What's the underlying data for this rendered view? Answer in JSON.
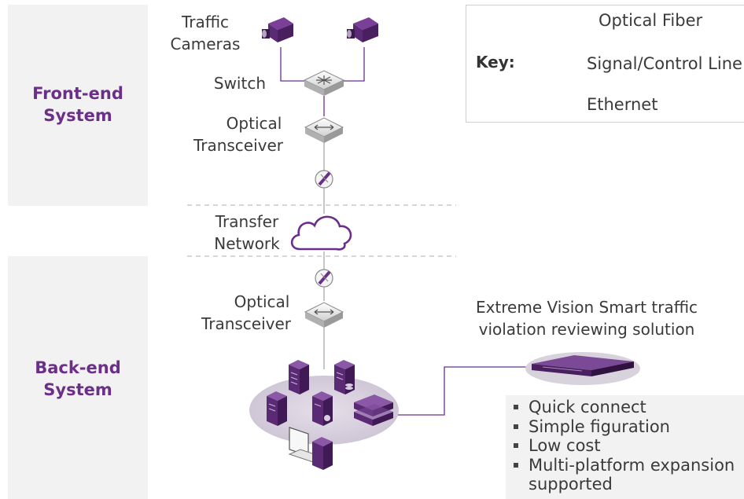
{
  "zones": {
    "front_end": "Front-end\nSystem",
    "back_end": "Back-end\nSystem"
  },
  "labels": {
    "traffic_cameras_1": "Traffic",
    "traffic_cameras_2": "Cameras",
    "switch": "Switch",
    "optical_transceiver_top_1": "Optical",
    "optical_transceiver_top_2": "Transceiver",
    "transfer_network_1": "Transfer",
    "transfer_network_2": "Network",
    "optical_transceiver_bottom_1": "Optical",
    "optical_transceiver_bottom_2": "Transceiver",
    "solution_title_1": "Extreme Vision Smart traffic",
    "solution_title_2": "violation reviewing solution"
  },
  "key": {
    "title": "Key:",
    "items": [
      "Optical Fiber",
      "Signal/Control Line",
      "Ethernet"
    ]
  },
  "features": [
    "Quick connect",
    "Simple figuration",
    "Low cost",
    "Multi-platform expansion",
    "supported"
  ],
  "colors": {
    "accent": "#6b2f8a",
    "device": "#5a2a72",
    "panel": "#f2f2f2",
    "line": "#9a9a9a"
  },
  "icons": [
    "camera-icon",
    "switch-icon",
    "transceiver-icon",
    "fiber-icon",
    "cloud-icon",
    "server-icon",
    "monitor-icon",
    "rack-server-icon",
    "storage-icon"
  ]
}
